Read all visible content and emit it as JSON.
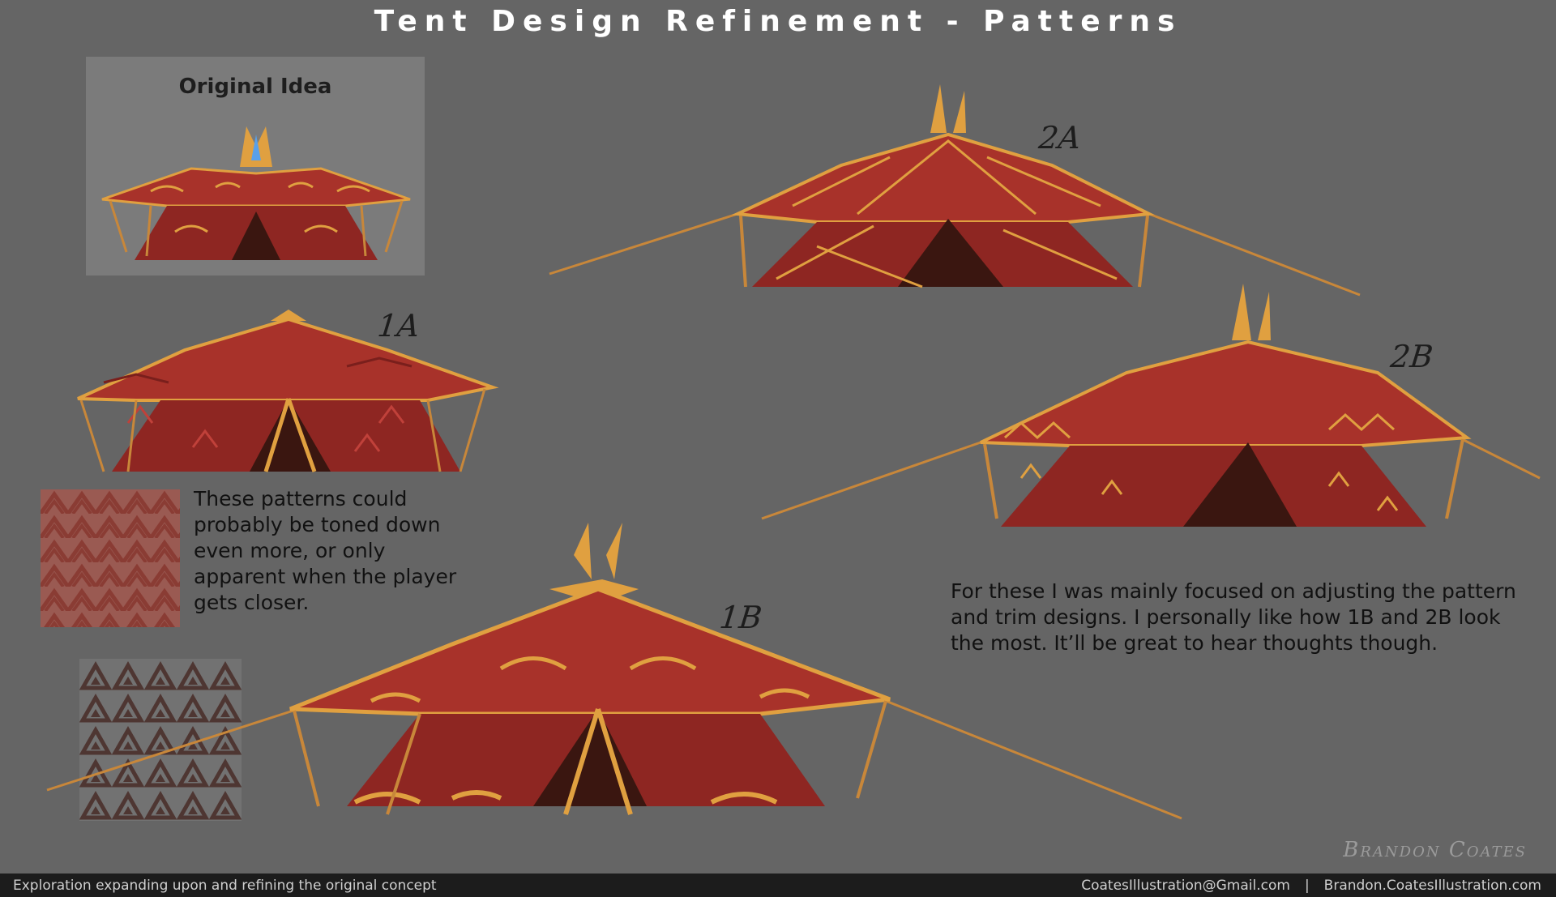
{
  "page": {
    "title": "Tent Design Refinement - Patterns"
  },
  "original": {
    "label": "Original Idea"
  },
  "variants": {
    "v1a": "1A",
    "v1b": "1B",
    "v2a": "2A",
    "v2b": "2B"
  },
  "notes": {
    "patterns": "These patterns could probably be toned down even more, or only apparent when the player gets closer.",
    "designs": "For these I was mainly focused on adjusting the pattern and trim designs. I personally like how 1B and 2B look the most. It’ll be great to hear thoughts though."
  },
  "signature": "Brandon Coates",
  "footer": {
    "caption": "Exploration expanding upon and refining the original concept",
    "email": "CoatesIllustration@Gmail.com",
    "separator": "|",
    "website": "Brandon.CoatesIllustration.com"
  },
  "colors": {
    "background": "#656565",
    "tent_red": "#a8322a",
    "tent_dark": "#7a1f1c",
    "trim_gold": "#e0a040",
    "footer_bg": "#1c1c1c"
  }
}
